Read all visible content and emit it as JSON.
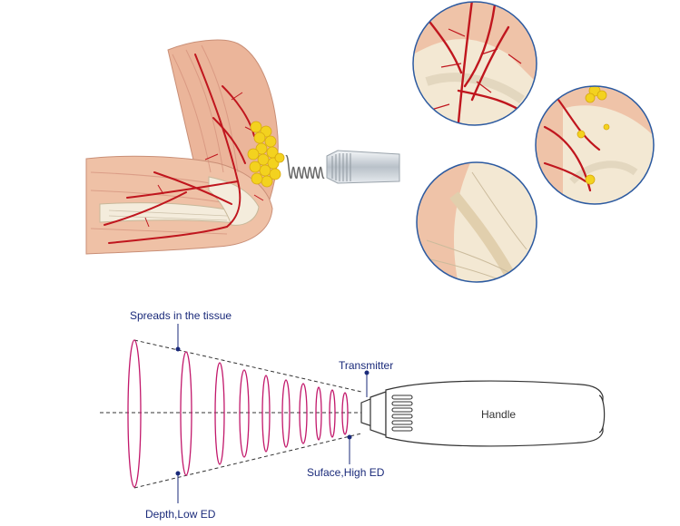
{
  "labels": {
    "spreads": "Spreads in the tissue",
    "transmitter": "Transmitter",
    "handle": "Handle",
    "surface": "Suface,High ED",
    "depth": "Depth,Low ED"
  },
  "colors": {
    "wave": "#c2186b",
    "dash": "#333333",
    "label": "#1a2a7a",
    "artery": "#c0161e",
    "fat": "#f3d21f",
    "muscle": "#e8b49a",
    "bone": "#f2ead8",
    "circle_border": "#2c5aa0"
  },
  "icons": {
    "elbow": "elbow-anatomy-illustration",
    "zoom1": "artery-network-zoom-icon",
    "zoom2": "fat-deposit-zoom-icon",
    "zoom3": "tendon-zoom-icon",
    "device": "shockwave-handpiece-icon"
  }
}
